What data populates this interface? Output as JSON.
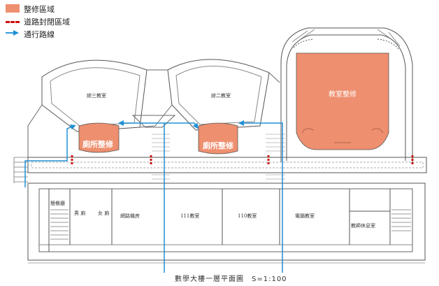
{
  "legend": {
    "items": [
      {
        "label": "整修區域",
        "kind": "area",
        "color": "#ee8f6f"
      },
      {
        "label": "道路封閉區域",
        "kind": "closure",
        "color": "#cc1111"
      },
      {
        "label": "通行路線",
        "kind": "route",
        "color": "#1e90d6"
      }
    ]
  },
  "plan": {
    "caption": "數學大樓一層平面圖　S=1:100",
    "rooms": {
      "lecture3": "綜三教室",
      "lecture2": "綜二教室",
      "cafeteria": "簡餐廳",
      "wc_men": "男 廁",
      "wc_women": "女 廁",
      "network_room": "網路機房",
      "room111": "111教室",
      "room110": "110教室",
      "computer_room": "電腦教室",
      "lounge": "教師休息室"
    },
    "renovation": {
      "wc_left": "廁所整修",
      "wc_right": "廁所整修",
      "classroom": "教室整修"
    }
  },
  "colors": {
    "renovation": "#ee8f6f",
    "closure": "#cc1111",
    "route": "#1e90d6",
    "line": "#555555"
  }
}
